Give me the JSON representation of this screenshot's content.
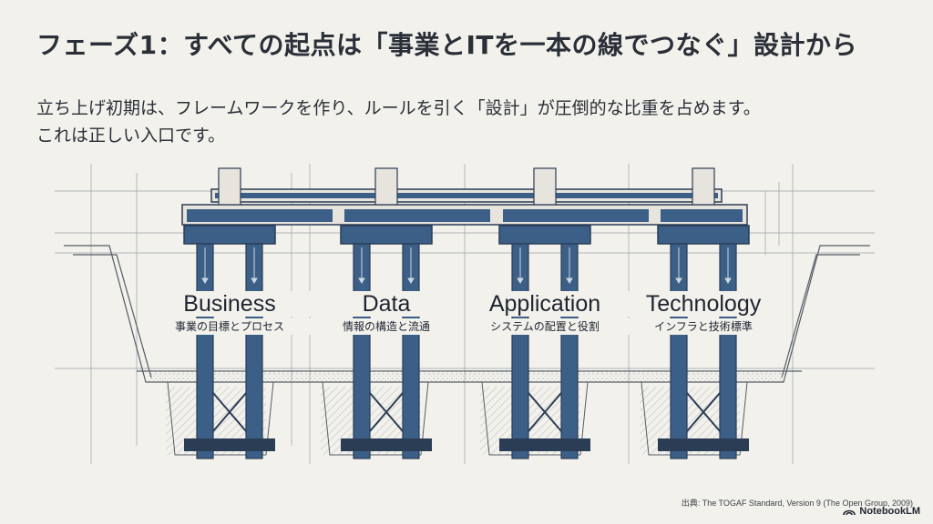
{
  "slide": {
    "title": "フェーズ1：すべての起点は「事業とITを一本の線でつなぐ」設計から",
    "subtitle_lines": [
      "立ち上げ初期は、フレームワークを作り、ルールを引く「設計」が圧倒的な比重を占めます。",
      "これは正しい入口です。"
    ],
    "pillars": [
      {
        "name": "Business",
        "description": "事業の目標とプロセス"
      },
      {
        "name": "Data",
        "description": "情報の構造と流通"
      },
      {
        "name": "Application",
        "description": "システムの配置と役割"
      },
      {
        "name": "Technology",
        "description": "インフラと技術標準"
      }
    ],
    "source": "出典: The TOGAF Standard, Version 9 (The Open Group, 2009)",
    "brand": "NotebookLM"
  },
  "colors": {
    "background": "#f2f1ec",
    "steel": "#3b5f86",
    "steel_dark": "#2b3d55",
    "line": "#6d7480"
  }
}
